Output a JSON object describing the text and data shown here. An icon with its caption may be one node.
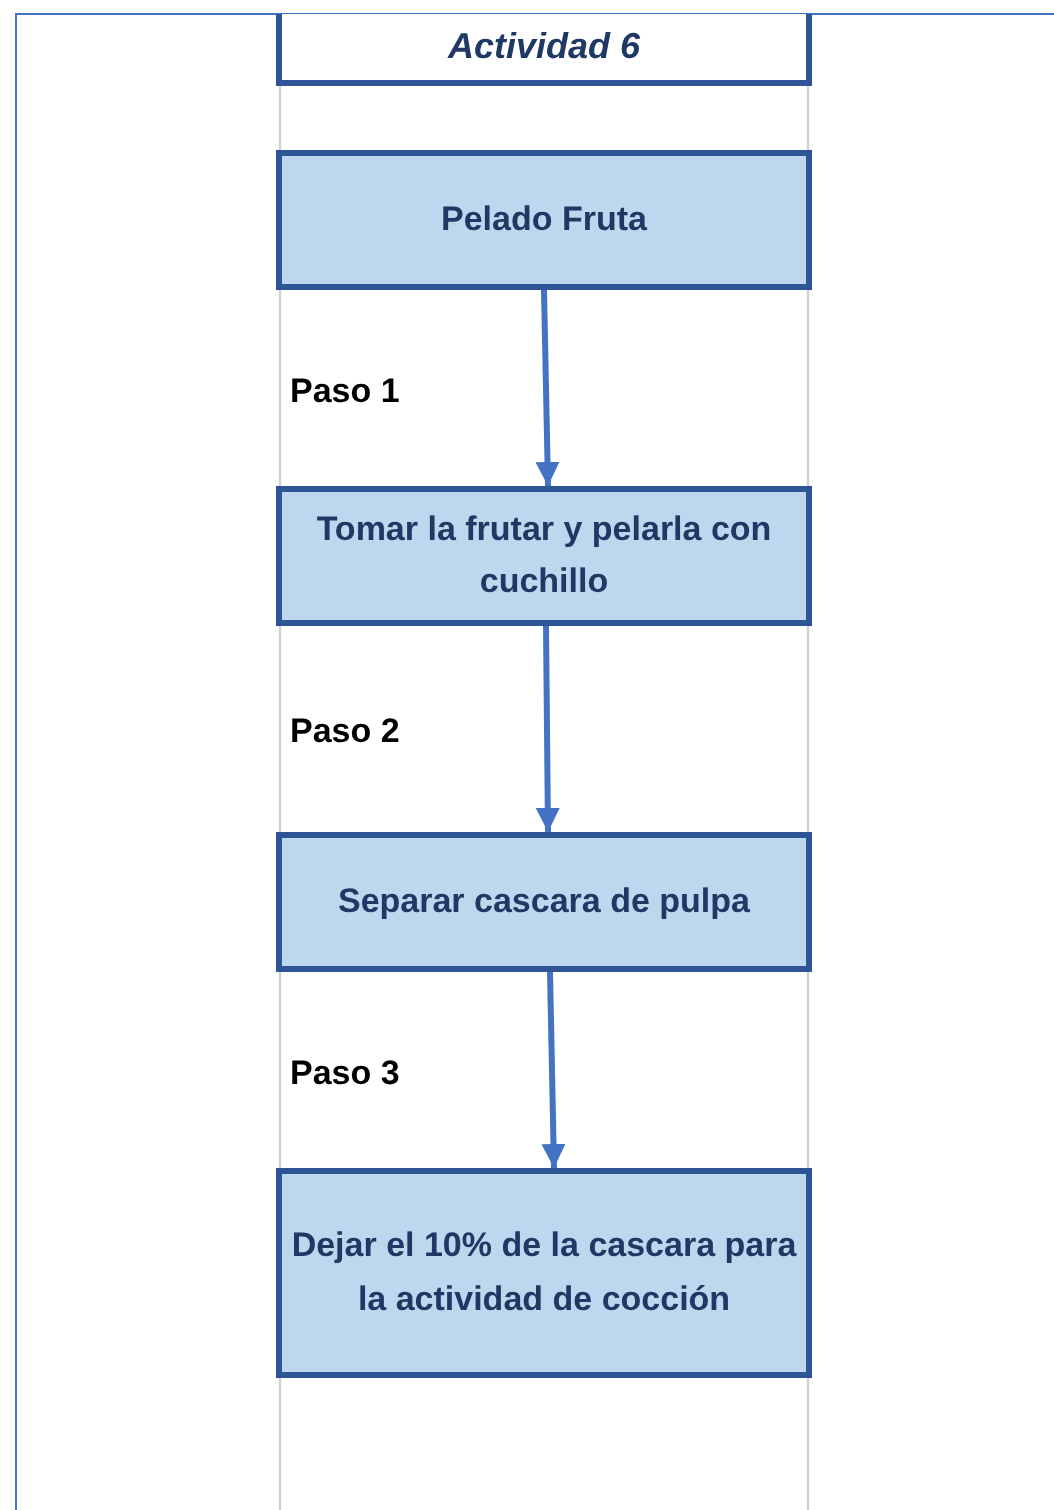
{
  "diagram": {
    "nodes": [
      {
        "text": [
          "Actividad 6"
        ]
      },
      {
        "text": [
          "Pelado Fruta"
        ]
      },
      {
        "text": [
          "Tomar la frutar y pelarla con cuchillo"
        ]
      },
      {
        "text": [
          "Separar cascara de pulpa"
        ]
      },
      {
        "text": [
          "Dejar el 10% de la cascara para la actividad de cocción"
        ]
      }
    ],
    "edges": [
      {
        "from": 1,
        "to": 2,
        "arrow": "to",
        "label": "Paso 1"
      },
      {
        "from": 2,
        "to": 3,
        "arrow": "to",
        "label": "Paso 2"
      },
      {
        "from": 3,
        "to": 4,
        "arrow": "to",
        "label": "Paso 3"
      }
    ]
  }
}
